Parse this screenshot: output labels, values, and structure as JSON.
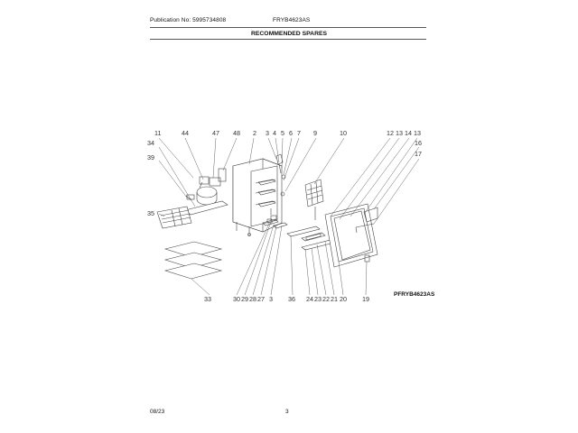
{
  "header": {
    "publication": "Publication No: 5995734808",
    "model": "FRYB4623AS",
    "title": "RECOMMENDED SPARES"
  },
  "diagram": {
    "figure_code": "PFRYB4623AS",
    "labels_top": [
      "11",
      "44",
      "47",
      "48",
      "2",
      "3",
      "4",
      "5",
      "6",
      "7",
      "9",
      "10",
      "12",
      "13",
      "14",
      "13",
      "16",
      "17"
    ],
    "labels_left": [
      "34",
      "39",
      "35"
    ],
    "labels_bottom": [
      "33",
      "30",
      "29",
      "28",
      "27",
      "3",
      "36",
      "24",
      "23",
      "22",
      "21",
      "20",
      "19"
    ]
  },
  "footer": {
    "date": "08/23",
    "page": "3"
  }
}
